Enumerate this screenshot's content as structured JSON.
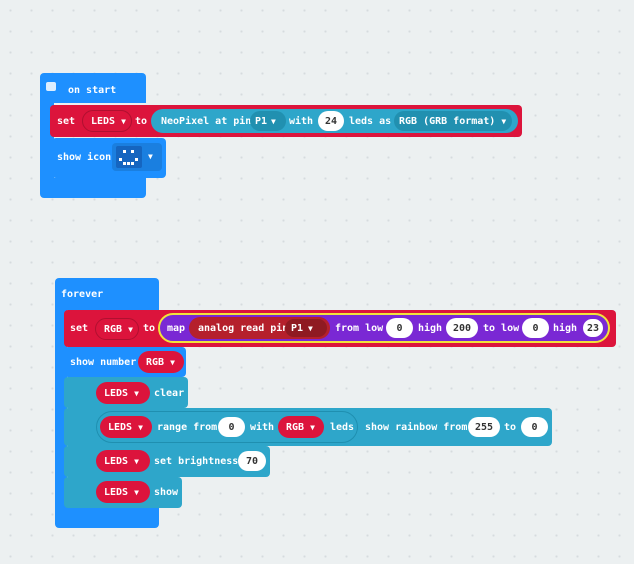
{
  "on_start": {
    "label": "on start",
    "set_block": {
      "set_word": "set",
      "var": "LEDS",
      "to_word": "to",
      "neopixel": "NeoPixel at pin",
      "pin": "P1",
      "with_word": "with",
      "count": "24",
      "leds_as": "leds as",
      "mode": "RGB (GRB format)"
    },
    "show_icon": "show icon"
  },
  "forever": {
    "label": "forever",
    "set_block": {
      "set_word": "set",
      "var": "RGB",
      "to_word": "to",
      "map_word": "map",
      "analog": "analog read pin",
      "pin": "P1",
      "from_low": "from low",
      "from_low_val": "0",
      "high": "high",
      "high_val": "200",
      "to_low": "to low",
      "to_low_val": "0",
      "high2": "high",
      "high2_val": "23"
    },
    "show_number": {
      "label": "show number",
      "var": "RGB"
    },
    "clear": {
      "var": "LEDS",
      "label": "clear"
    },
    "range": {
      "var": "LEDS",
      "range_from": "range from",
      "from_val": "0",
      "with_word": "with",
      "var2": "RGB",
      "leds": "leds",
      "rainbow": "show rainbow from",
      "rb_from": "255",
      "to_word": "to",
      "rb_to": "0"
    },
    "brightness": {
      "var": "LEDS",
      "label": "set brightness",
      "val": "70"
    },
    "show": {
      "var": "LEDS",
      "label": "show"
    }
  },
  "caret_glyph": "▼"
}
